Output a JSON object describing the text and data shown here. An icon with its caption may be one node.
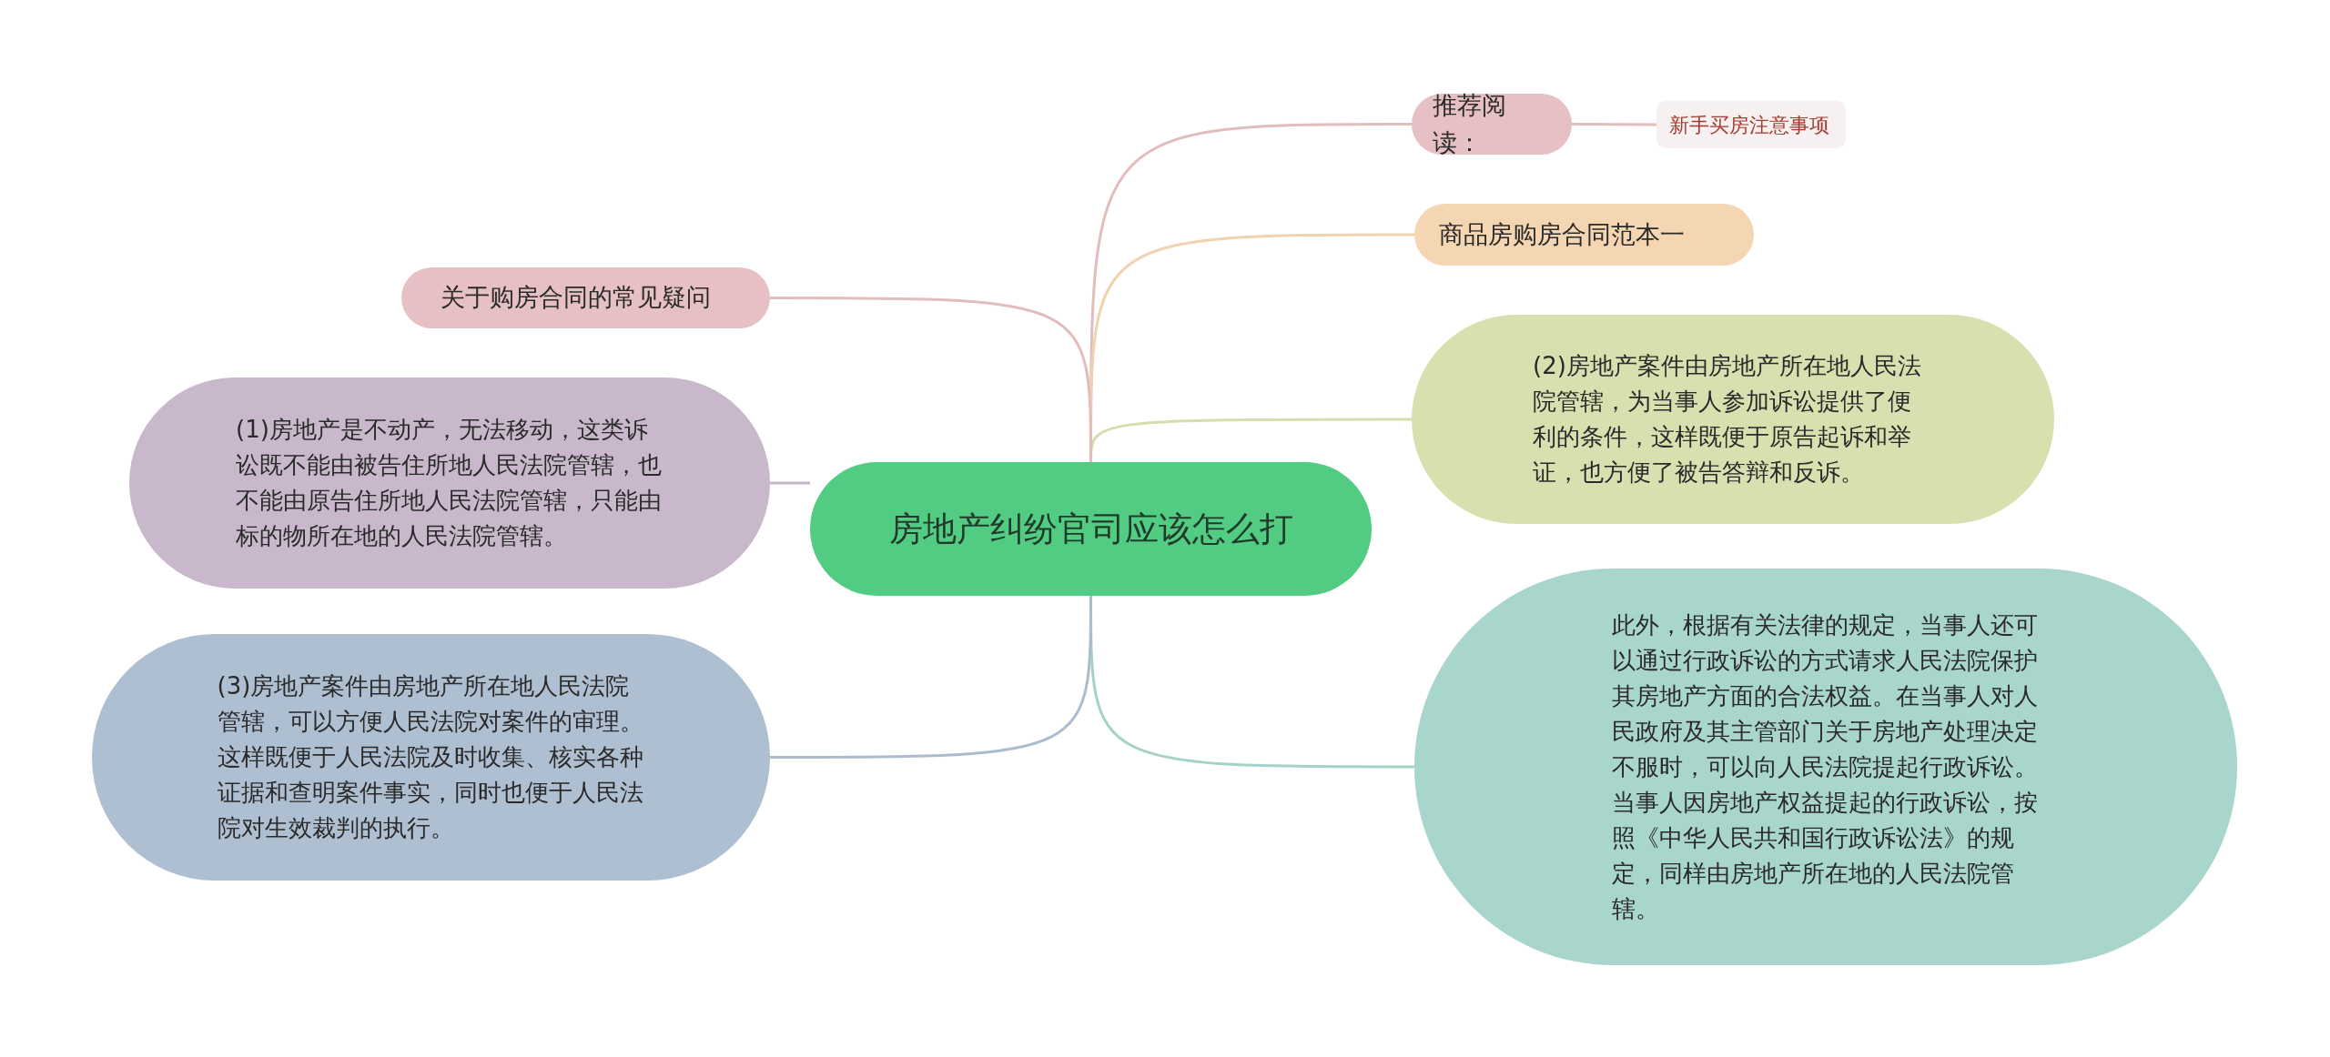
{
  "diagram": {
    "nodes": [
      {
        "text": [
          "房地产纠纷官司应该怎么打"
        ]
      },
      {
        "text": [
          "推荐阅读："
        ]
      },
      {
        "text": [
          "新手买房注意事项"
        ]
      },
      {
        "text": [
          "商品房购房合同范本一"
        ]
      },
      {
        "text": [
          "(2)房地产案件由房地产所在地人民法院管辖，为当事人参加诉讼提供了便利的条件，这样既便于原告起诉和举证，也方便了被告答辩和反诉。"
        ]
      },
      {
        "text": [
          "此外，根据有关法律的规定，当事人还可以通过行政诉讼的方式请求人民法院保护其房地产方面的合法权益。在当事人对人民政府及其主管部门关于房地产处理决定不服时，可以向人民法院提起行政诉讼。当事人因房地产权益提起的行政诉讼，按照《中华人民共和国行政诉讼法》的规定，同样由房地产所在地的人民法院管辖。"
        ]
      },
      {
        "text": [
          "关于购房合同的常见疑问"
        ]
      },
      {
        "text": [
          "(1)房地产是不动产，无法移动，这类诉讼既不能由被告住所地人民法院管辖，也不能由原告住所地人民法院管辖，只能由标的物所在地的人民法院管辖。"
        ]
      },
      {
        "text": [
          "(3)房地产案件由房地产所在地人民法院管辖，可以方便人民法院对案件的审理。这样既便于人民法院及时收集、核实各种证据和查明案件事实，同时也便于人民法院对生效裁判的执行。"
        ]
      }
    ],
    "edges": [
      {
        "from": 0,
        "to": 1,
        "arrow": "none",
        "color": "#e3bcbe"
      },
      {
        "from": 1,
        "to": 2,
        "arrow": "none",
        "color": "#e3bcbe"
      },
      {
        "from": 0,
        "to": 3,
        "arrow": "none",
        "color": "#f0d2ae"
      },
      {
        "from": 0,
        "to": 4,
        "arrow": "none",
        "color": "#d6dcaa"
      },
      {
        "from": 0,
        "to": 5,
        "arrow": "none",
        "color": "#a5d2c8"
      },
      {
        "from": 0,
        "to": 6,
        "arrow": "none",
        "color": "#e3bcbe"
      },
      {
        "from": 0,
        "to": 7,
        "arrow": "none",
        "color": "#c6b6ca"
      },
      {
        "from": 0,
        "to": 8,
        "arrow": "none",
        "color": "#abbcce"
      }
    ]
  }
}
